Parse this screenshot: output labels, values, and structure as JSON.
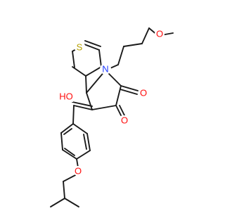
{
  "molecule": {
    "atom_labels": {
      "sulfur": "S",
      "nitrogen": "N",
      "methoxy_oxygen": "O",
      "hydroxyl_group": "HO",
      "keto_oxygen_upper": "O",
      "keto_oxygen_lower": "O",
      "ether_oxygen": "O"
    },
    "colors": {
      "bond": "#1a1a1a",
      "sulfur": "#b5a000",
      "nitrogen": "#1f3bff",
      "oxygen": "#ff0d0d"
    }
  }
}
